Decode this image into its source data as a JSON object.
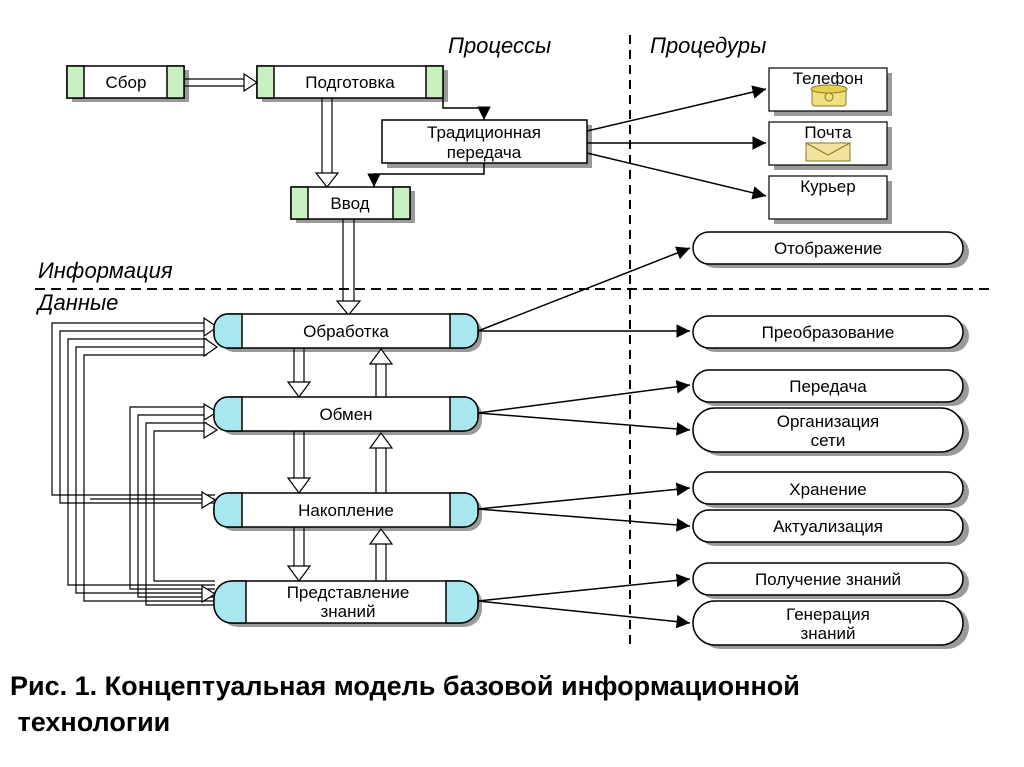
{
  "headers": {
    "processes": "Процессы",
    "procedures": "Процедуры",
    "information": "Информация",
    "data": "Данные"
  },
  "boxes": {
    "collect": "Сбор",
    "prepare": "Подготовка",
    "input": "Ввод",
    "traditional_line1": "Традиционная",
    "traditional_line2": "передача"
  },
  "procedures": {
    "phone": "Телефон",
    "mail": "Почта",
    "courier": "Курьер"
  },
  "processes": {
    "processing": "Обработка",
    "exchange": "Обмен",
    "accumulation": "Накопление",
    "knowledge_line1": "Представление",
    "knowledge_line2": "знаний"
  },
  "outputs": {
    "display": "Отображение",
    "transformation": "Преобразование",
    "transfer": "Передача",
    "network_line1": "Организация",
    "network_line2": "сети",
    "storage": "Хранение",
    "actualization": "Актуализация",
    "knowledge_get": "Получение знаний",
    "knowledge_gen_line1": "Генерация",
    "knowledge_gen_line2": "знаний"
  },
  "caption": {
    "line1": "Рис. 1. Концептуальная модель базовой информационной",
    "line2": " технологии"
  },
  "colors": {
    "green_tab": "#c8f0c0",
    "cyan_cap": "#a8e6f0",
    "shadow": "#9a9a9a"
  }
}
